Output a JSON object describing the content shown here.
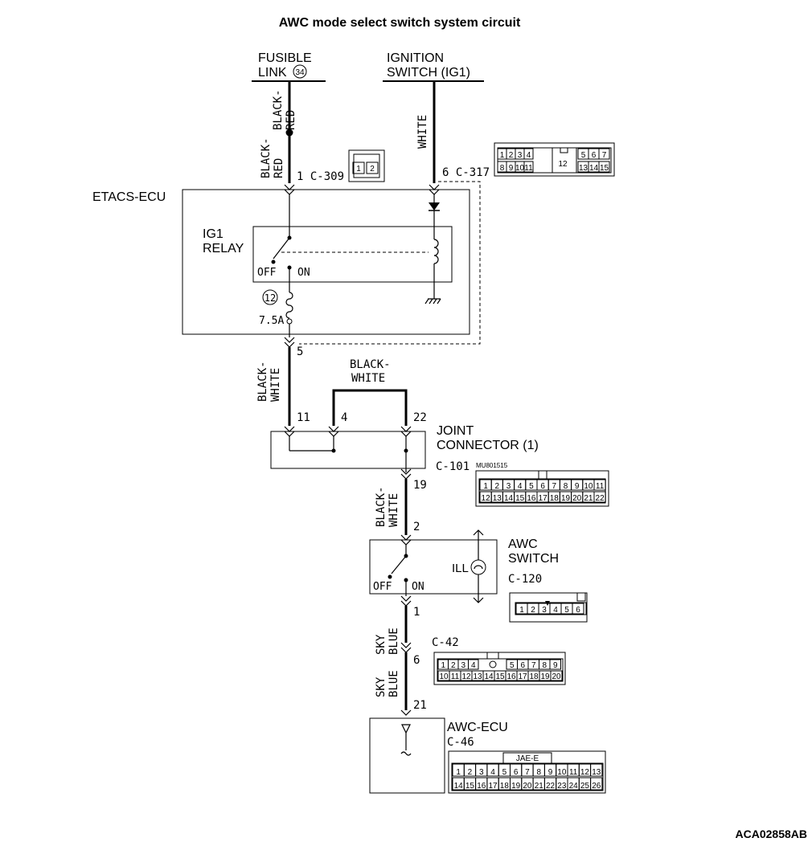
{
  "title": "AWC mode select switch system circuit",
  "doc_code": "ACA02858AB",
  "sources": {
    "fusible_link_line1": "FUSIBLE",
    "fusible_link_line2": "LINK",
    "fusible_link_number": "34",
    "ignition_line1": "IGNITION",
    "ignition_line2": "SWITCH (IG1)"
  },
  "wires": {
    "black_red_top_1": "BLACK-",
    "black_red_top_2": "RED",
    "black_red_low_1": "BLACK-",
    "black_red_low_2": "RED",
    "white": "WHITE",
    "black_white_1_a": "BLACK-",
    "black_white_1_b": "WHITE",
    "black_white_top_a": "BLACK-",
    "black_white_top_b": "WHITE",
    "black_white_2_a": "BLACK-",
    "black_white_2_b": "WHITE",
    "sky_blue_1_a": "SKY",
    "sky_blue_1_b": "BLUE",
    "sky_blue_2_a": "SKY",
    "sky_blue_2_b": "BLUE"
  },
  "pins": {
    "c309": "1 C-309",
    "c317": "6 C-317",
    "etacs_out": "5",
    "jc_11": "11",
    "jc_4": "4",
    "jc_22": "22",
    "jc_19": "19",
    "sw_2": "2",
    "sw_1": "1",
    "c42_6": "6",
    "ecu_21": "21"
  },
  "components": {
    "etacs": "ETACS-ECU",
    "ig1_relay_1": "IG1",
    "ig1_relay_2": "RELAY",
    "relay_off": "OFF",
    "relay_on": "ON",
    "fuse_number": "12",
    "fuse_rating": "7.5A",
    "joint_1": "JOINT",
    "joint_2": "CONNECTOR (1)",
    "joint_code": "C-101",
    "joint_part": "MU801515",
    "awc_sw_1": "AWC",
    "awc_sw_2": "SWITCH",
    "awc_sw_code": "C-120",
    "awc_sw_ill": "ILL",
    "awc_sw_off": "OFF",
    "awc_sw_on": "ON",
    "c42_code": "C-42",
    "awc_ecu": "AWC-ECU",
    "awc_ecu_code": "C-46",
    "jae": "JAE-E"
  },
  "connectors": {
    "c309_pins": [
      "1",
      "2"
    ],
    "c317_row1_left": [
      "1",
      "2",
      "3",
      "4"
    ],
    "c317_row1_right": [
      "5",
      "6",
      "7"
    ],
    "c317_row2_left": [
      "8",
      "9",
      "10",
      "11"
    ],
    "c317_row2_right": [
      "13",
      "14",
      "15"
    ],
    "c317_mid": "12",
    "c101_row1": [
      "1",
      "2",
      "3",
      "4",
      "5",
      "6",
      "7",
      "8",
      "9",
      "10",
      "11"
    ],
    "c101_row2": [
      "12",
      "13",
      "14",
      "15",
      "16",
      "17",
      "18",
      "19",
      "20",
      "21",
      "22"
    ],
    "c120_pins": [
      "1",
      "2",
      "3",
      "4",
      "5",
      "6"
    ],
    "c42_row1_left": [
      "1",
      "2",
      "3",
      "4"
    ],
    "c42_row1_right": [
      "5",
      "6",
      "7",
      "8",
      "9"
    ],
    "c42_row2": [
      "10",
      "11",
      "12",
      "13",
      "14",
      "15",
      "16",
      "17",
      "18",
      "19",
      "20"
    ],
    "c46_row1": [
      "1",
      "2",
      "3",
      "4",
      "5",
      "6",
      "7",
      "8",
      "9",
      "10",
      "11",
      "12",
      "13"
    ],
    "c46_row2": [
      "14",
      "15",
      "16",
      "17",
      "18",
      "19",
      "20",
      "21",
      "22",
      "23",
      "24",
      "25",
      "26"
    ]
  }
}
